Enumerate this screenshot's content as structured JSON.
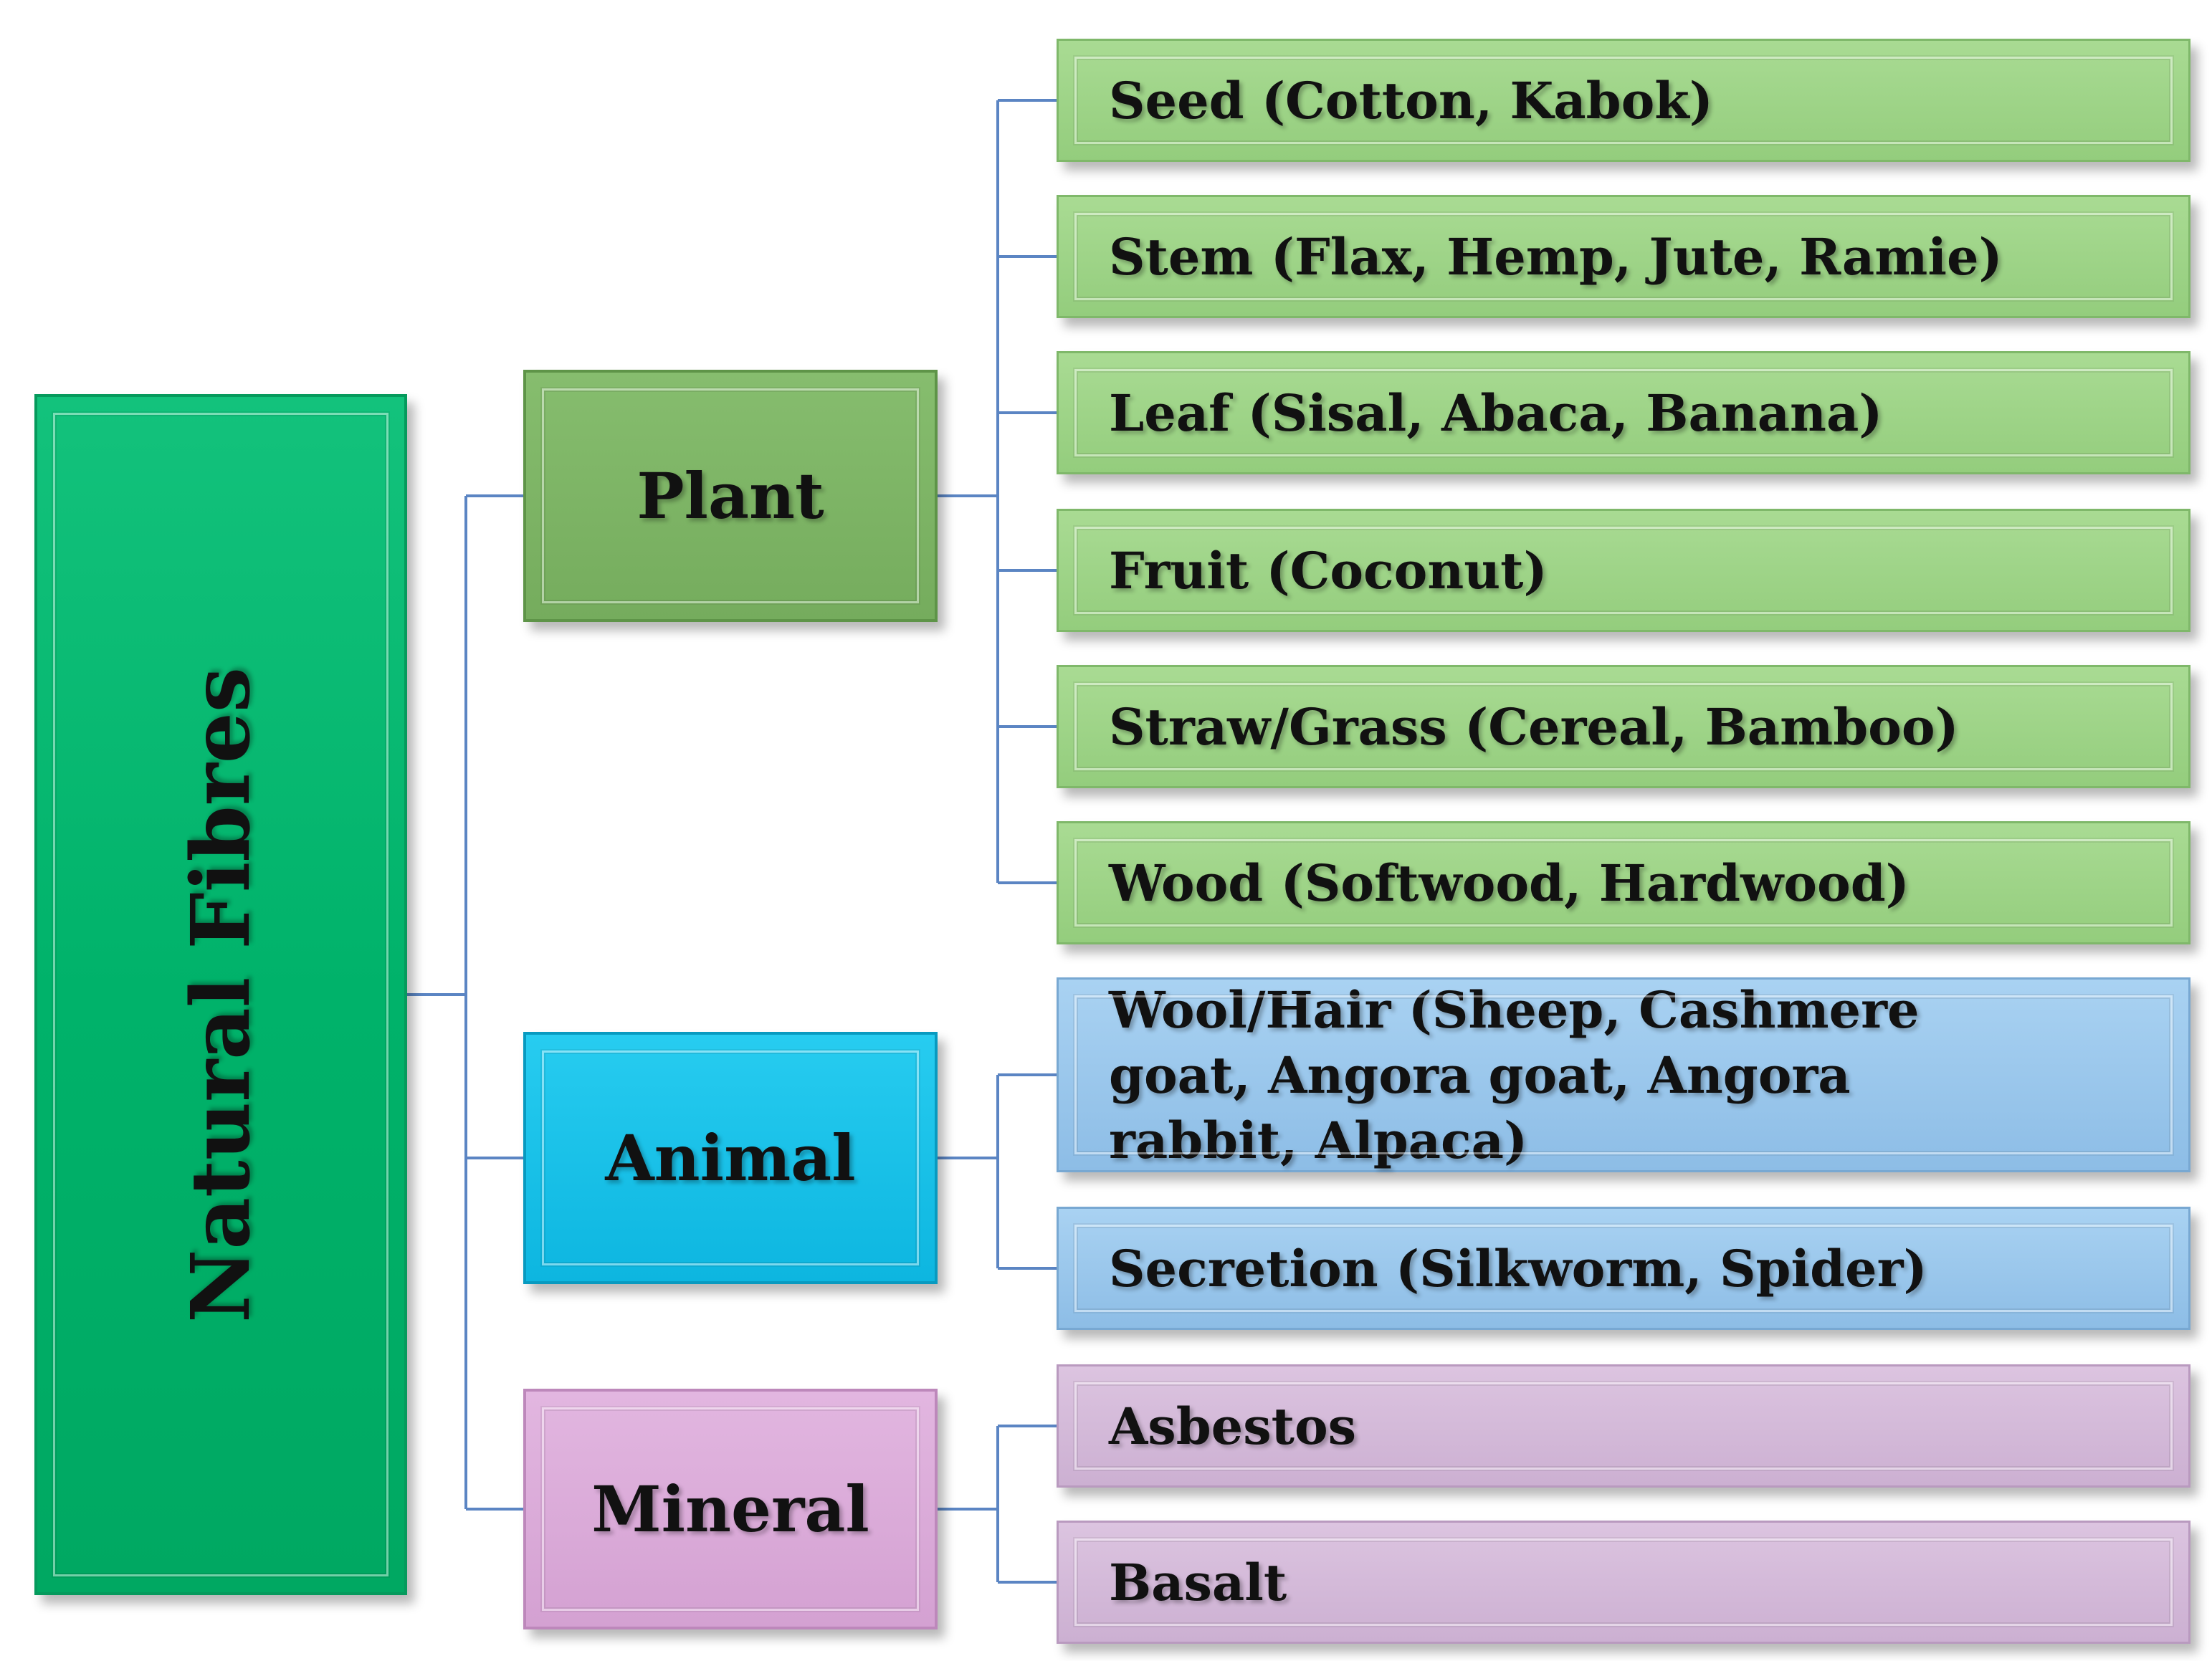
{
  "root": {
    "label": "Natural Fibres"
  },
  "categories": [
    {
      "label": "Plant",
      "items": [
        "Seed (Cotton, Kabok)",
        "Stem (Flax, Hemp, Jute, Ramie)",
        "Leaf (Sisal, Abaca, Banana)",
        "Fruit (Coconut)",
        "Straw/Grass (Cereal, Bamboo)",
        "Wood (Softwood, Hardwood)"
      ]
    },
    {
      "label": "Animal",
      "items": [
        "Wool/Hair (Sheep, Cashmere goat, Angora goat, Angora rabbit, Alpaca)",
        "Secretion (Silkworm, Spider)"
      ]
    },
    {
      "label": "Mineral",
      "items": [
        "Asbestos",
        "Basalt"
      ]
    }
  ],
  "colors": {
    "root": "#00b26a",
    "plant": "#75ac5d",
    "plant_items": "#9dd487",
    "animal": "#10b9e2",
    "animal_items": "#96c4ea",
    "mineral": "#d7a6d5",
    "mineral_items": "#d2bad7",
    "connector": "#5b85c3"
  }
}
